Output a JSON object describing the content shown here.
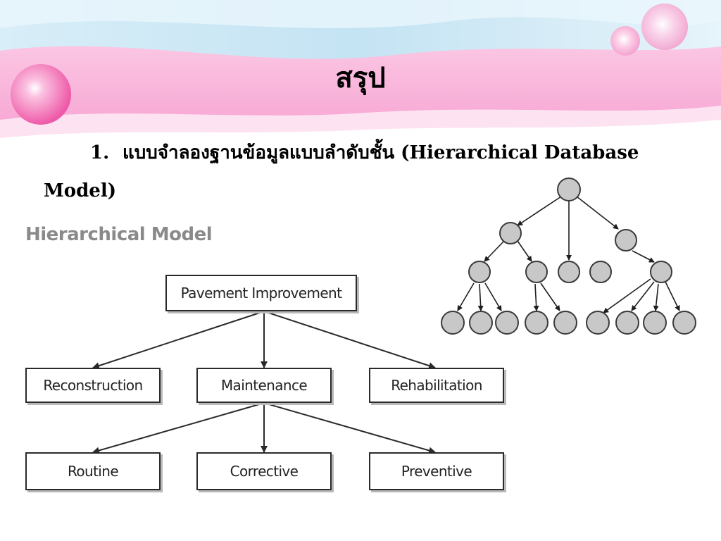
{
  "slide": {
    "title": "สรุป",
    "bullet": {
      "number": "1.",
      "text": "แบบจำลองฐานข้อมูลแบบลำดับชั้น (Hierarchical Database",
      "continuation": "Model)"
    }
  },
  "model_diagram": {
    "caption": "Hierarchical Model",
    "root": "Pavement Improvement",
    "level2": [
      "Reconstruction",
      "Maintenance",
      "Rehabilitation"
    ],
    "level3": [
      "Routine",
      "Corrective",
      "Preventive"
    ]
  },
  "colors": {
    "header_pink": "#f9b8dc",
    "header_blue": "#cfe9f5",
    "bubble_pink": "#f472b6",
    "node_fill": "#c8c8c8",
    "node_stroke": "#3a3a3a"
  }
}
